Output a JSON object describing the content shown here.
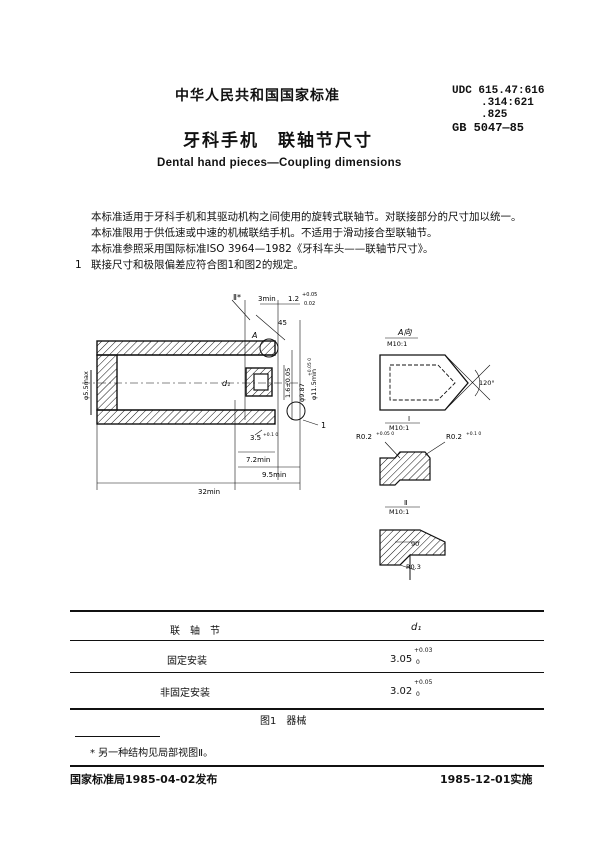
{
  "header": {
    "standard_org": "中华人民共和国国家标准",
    "udc_lines": [
      "UDC 615.47:616",
      ".314:621",
      ".825"
    ],
    "gb_number": "GB 5047—85"
  },
  "title": {
    "zh": "牙科手机　联轴节尺寸",
    "en": "Dental hand pieces—Coupling dimensions"
  },
  "body": {
    "paragraph1": "本标准适用于牙科手机和其驱动机构之间使用的旋转式联轴节。对联接部分的尺寸加以统一。",
    "paragraph2": "本标准限用于供低速或中速的机械联结手机。不适用于滑动接合型联轴节。",
    "paragraph3": "本标准参照采用国际标准ISO 3964—1982《牙科车头——联轴节尺寸》。",
    "clause_number": "1",
    "clause_text": "联接尺寸和极限偏差应符合图1和图2的规定。"
  },
  "drawing": {
    "label_detail_star": "Ⅱ*",
    "label_3min": "3min",
    "label_tol_top": "1.2",
    "label_tol_top_sup": "+0.05",
    "label_tol_top_sub": "0.02",
    "label_45": "45",
    "label_A": "A",
    "label_phi55": "φ5.5max",
    "label_d1": "d₁",
    "label_phi116": "1.6±0.05",
    "label_phi987": "φ9.87",
    "label_phi987_tol": "+0.05 0",
    "label_phi115": "φ11.5min",
    "label_1": "1",
    "label_35": "3.5",
    "label_35_tol": "+0.1 0",
    "label_72": "7.2min",
    "label_95": "9.5min",
    "label_32": "32min",
    "view_A_title": "A向",
    "view_A_scale": "M10:1",
    "label_120": "120°",
    "view_I_title": "I",
    "view_I_scale": "M10:1",
    "label_R02a": "R0.2",
    "label_R02a_tol": "+0.05 0",
    "label_R02b": "R0.2",
    "label_R02b_tol": "+0.1 0",
    "view_II_title": "Ⅱ",
    "view_II_scale": "M10:1",
    "label_90": "90",
    "label_R03": "R0.3"
  },
  "table": {
    "col_headers": [
      "联　轴　节",
      "d₁"
    ],
    "rows": [
      {
        "name": "固定安装",
        "value": "3.05",
        "tol_upper": "+0.03",
        "tol_lower": "0"
      },
      {
        "name": "非固定安装",
        "value": "3.02",
        "tol_upper": "+0.05",
        "tol_lower": "0"
      }
    ]
  },
  "figure_caption": "图1　器械",
  "footnote": "* 另一种结构见局部视图Ⅱ。",
  "footer": {
    "issued": "国家标准局1985-04-02发布",
    "effective": "1985-12-01实施"
  }
}
